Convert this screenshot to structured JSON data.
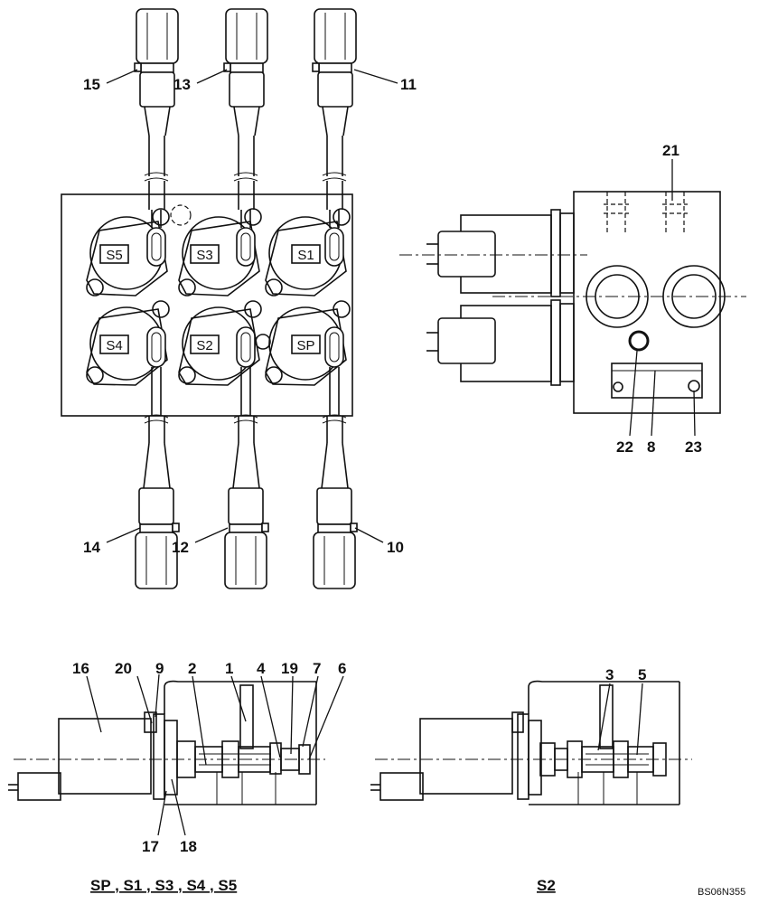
{
  "valve_tags": [
    "S5",
    "S3",
    "S1",
    "S4",
    "S2",
    "SP"
  ],
  "callouts": {
    "c1": "1",
    "c2": "2",
    "c3": "3",
    "c4": "4",
    "c5": "5",
    "c6": "6",
    "c7": "7",
    "c8": "8",
    "c9": "9",
    "c10": "10",
    "c11": "11",
    "c12": "12",
    "c13": "13",
    "c14": "14",
    "c15": "15",
    "c16": "16",
    "c17": "17",
    "c18": "18",
    "c19": "19",
    "c20": "20",
    "c21": "21",
    "c22": "22",
    "c23": "23"
  },
  "captions": {
    "left_section": "SP , S1 , S3 , S4 , S5",
    "right_section": "S2"
  },
  "drawing_ref": "BS06N355"
}
